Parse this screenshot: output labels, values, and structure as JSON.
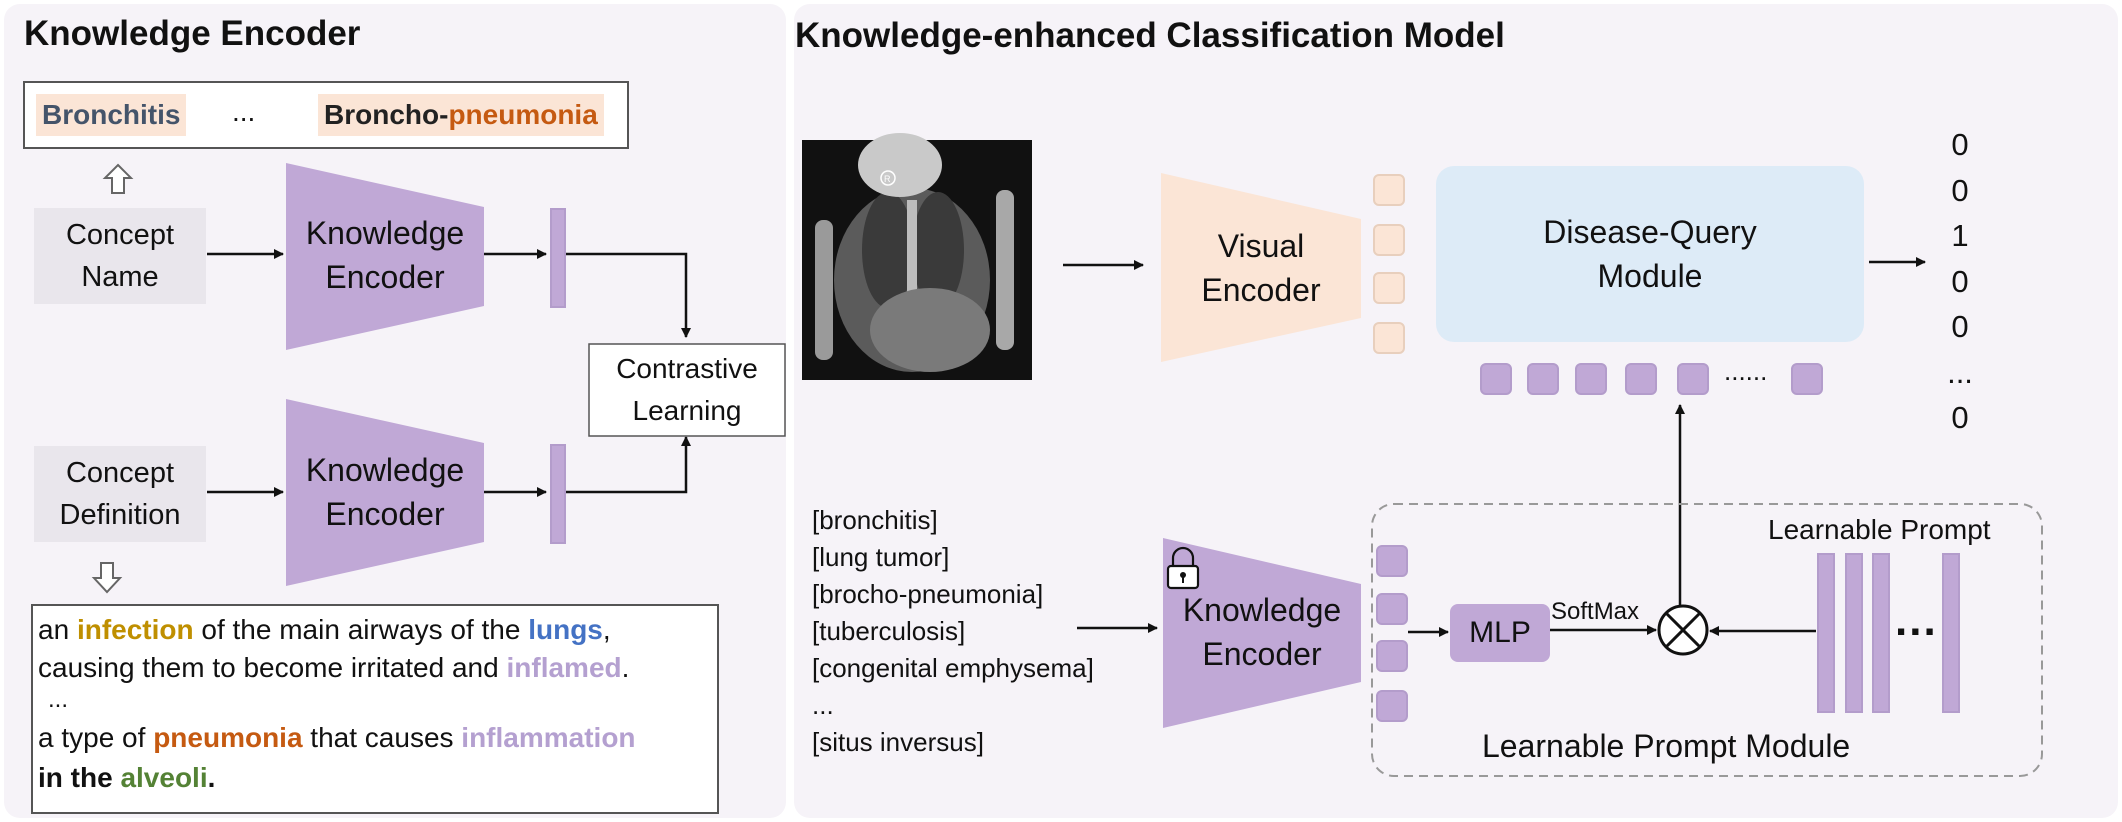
{
  "left_panel": {
    "title": "Knowledge Encoder",
    "top_box": {
      "item1": "Bronchitis",
      "ellipsis": "...",
      "item2_part1": "Broncho-",
      "item2_part2": "pneumonia"
    },
    "concept_name": [
      "Concept",
      "Name"
    ],
    "concept_definition": [
      "Concept",
      "Definition"
    ],
    "encoder_top": [
      "Knowledge",
      "Encoder"
    ],
    "encoder_bottom": [
      "Knowledge",
      "Encoder"
    ],
    "contrastive": [
      "Contrastive",
      "Learning"
    ],
    "definition_box": {
      "line1": [
        "an ",
        "infection",
        " of the main airways of the ",
        "lungs",
        ","
      ],
      "line2": [
        "causing them to become irritated and ",
        "inflamed",
        "."
      ],
      "line3": "...",
      "line4": [
        "a type of ",
        "pneumonia",
        " that causes ",
        "inflammation"
      ],
      "line5": [
        "in the ",
        "alveoli",
        "."
      ]
    }
  },
  "right_panel": {
    "title": "Knowledge-enhanced Classification Model",
    "visual_encoder": [
      "Visual",
      "Encoder"
    ],
    "disease_query": [
      "Disease-Query",
      "Module"
    ],
    "outputs": [
      "0",
      "0",
      "1",
      "0",
      "0",
      "...",
      "0"
    ],
    "query_dots": "......",
    "disease_list": [
      "[bronchitis]",
      "[lung tumor]",
      "[brocho-pneumonia]",
      "[tuberculosis]",
      "[congenital emphysema]",
      "...",
      "[situs inversus]"
    ],
    "knowledge_encoder": [
      "Knowledge",
      "Encoder"
    ],
    "mlp": "MLP",
    "softmax": "SoftMax",
    "learnable_prompt": "Learnable Prompt",
    "prompt_dots": "...",
    "prompt_module": "Learnable Prompt Module"
  },
  "colors": {
    "purple": "#c0a8d6",
    "peach": "#fbe5d6",
    "light_blue": "#ddebf7",
    "gray_box": "#e9e6ec",
    "orange_text": "#c55a11",
    "blue_text": "#4472c4",
    "gold_text": "#bf8f00",
    "lavender_text": "#b4a0d0",
    "green_text": "#548235"
  }
}
